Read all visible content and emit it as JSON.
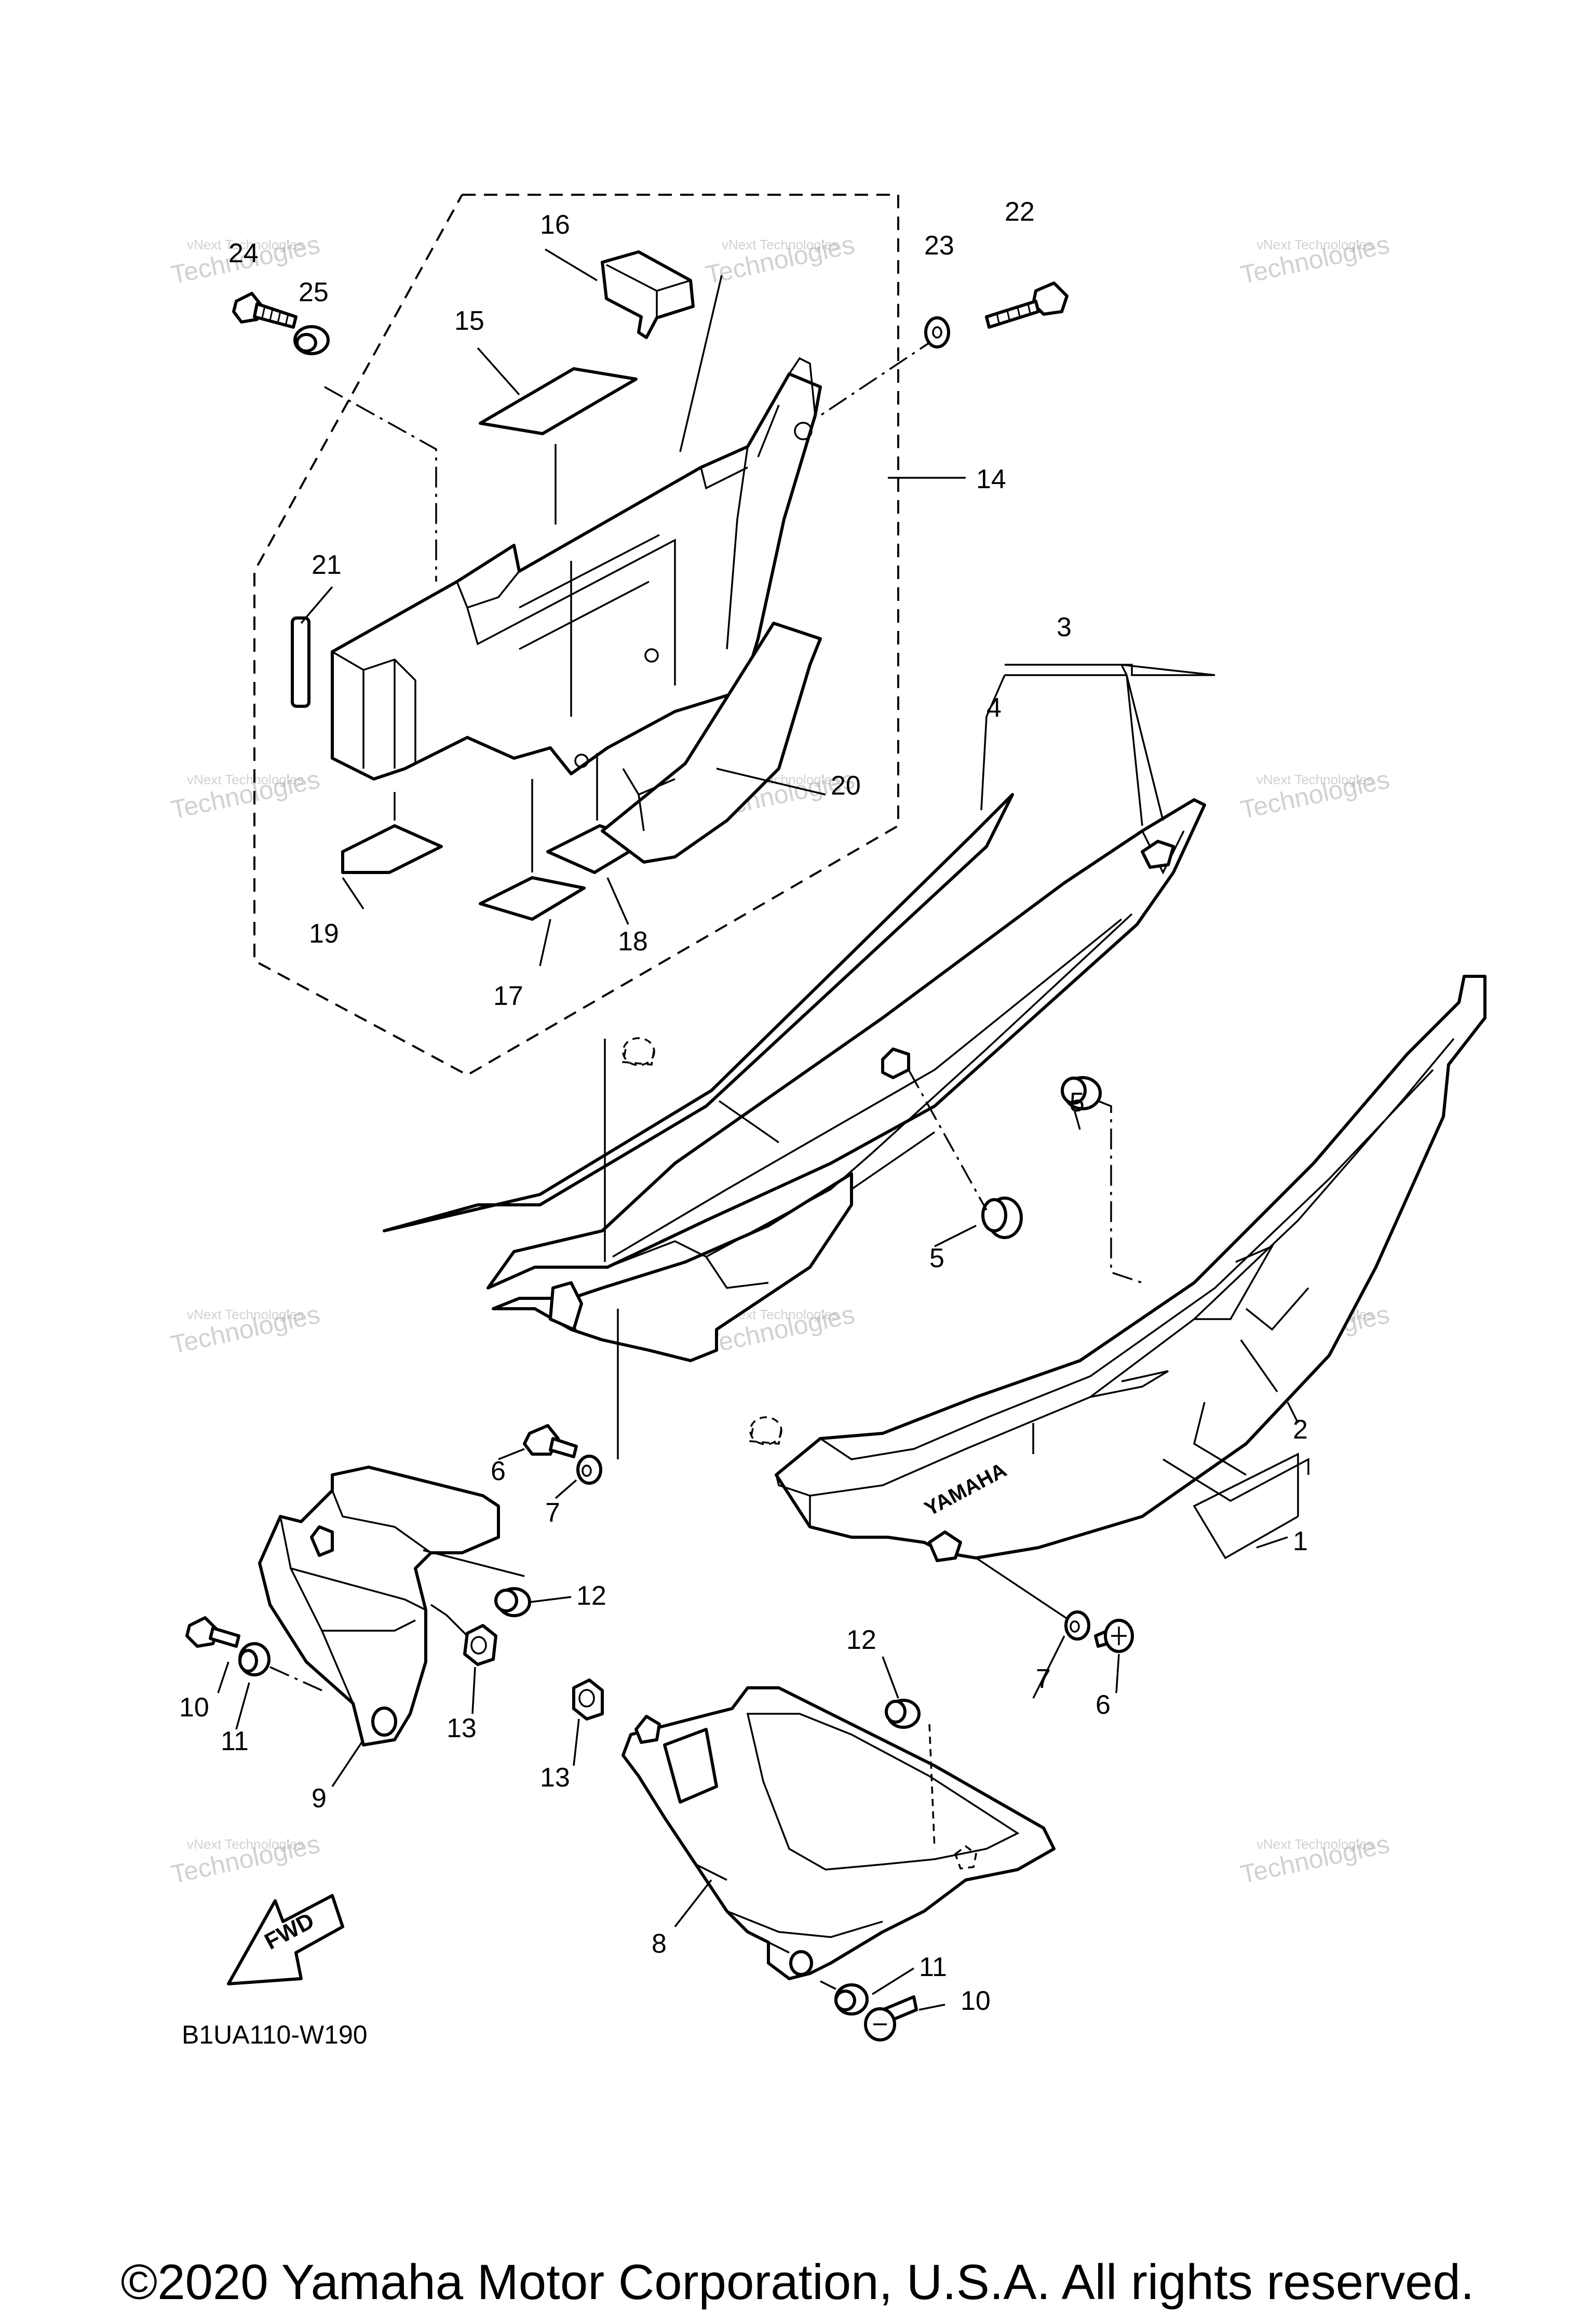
{
  "callouts": {
    "c1": "1",
    "c2": "2",
    "c3": "3",
    "c4": "4",
    "c5a": "5",
    "c5b": "5",
    "c6a": "6",
    "c6b": "6",
    "c7a": "7",
    "c7b": "7",
    "c8": "8",
    "c9": "9",
    "c10a": "10",
    "c10b": "10",
    "c11a": "11",
    "c11b": "11",
    "c12a": "12",
    "c12b": "12",
    "c13a": "13",
    "c13b": "13",
    "c14": "14",
    "c15": "15",
    "c16": "16",
    "c17": "17",
    "c18": "18",
    "c19": "19",
    "c20": "20",
    "c21": "21",
    "c22": "22",
    "c23": "23",
    "c24": "24",
    "c25": "25"
  },
  "diagram_code": "B1UA110-W190",
  "fwd_label": "FWD",
  "brand_mark": "YAMAHA",
  "watermark": {
    "line1": "vNext Technologies",
    "line2": "vNext",
    "line3": "Technologies"
  },
  "copyright": "©2020 Yamaha Motor Corporation, U.S.A. All rights reserved."
}
